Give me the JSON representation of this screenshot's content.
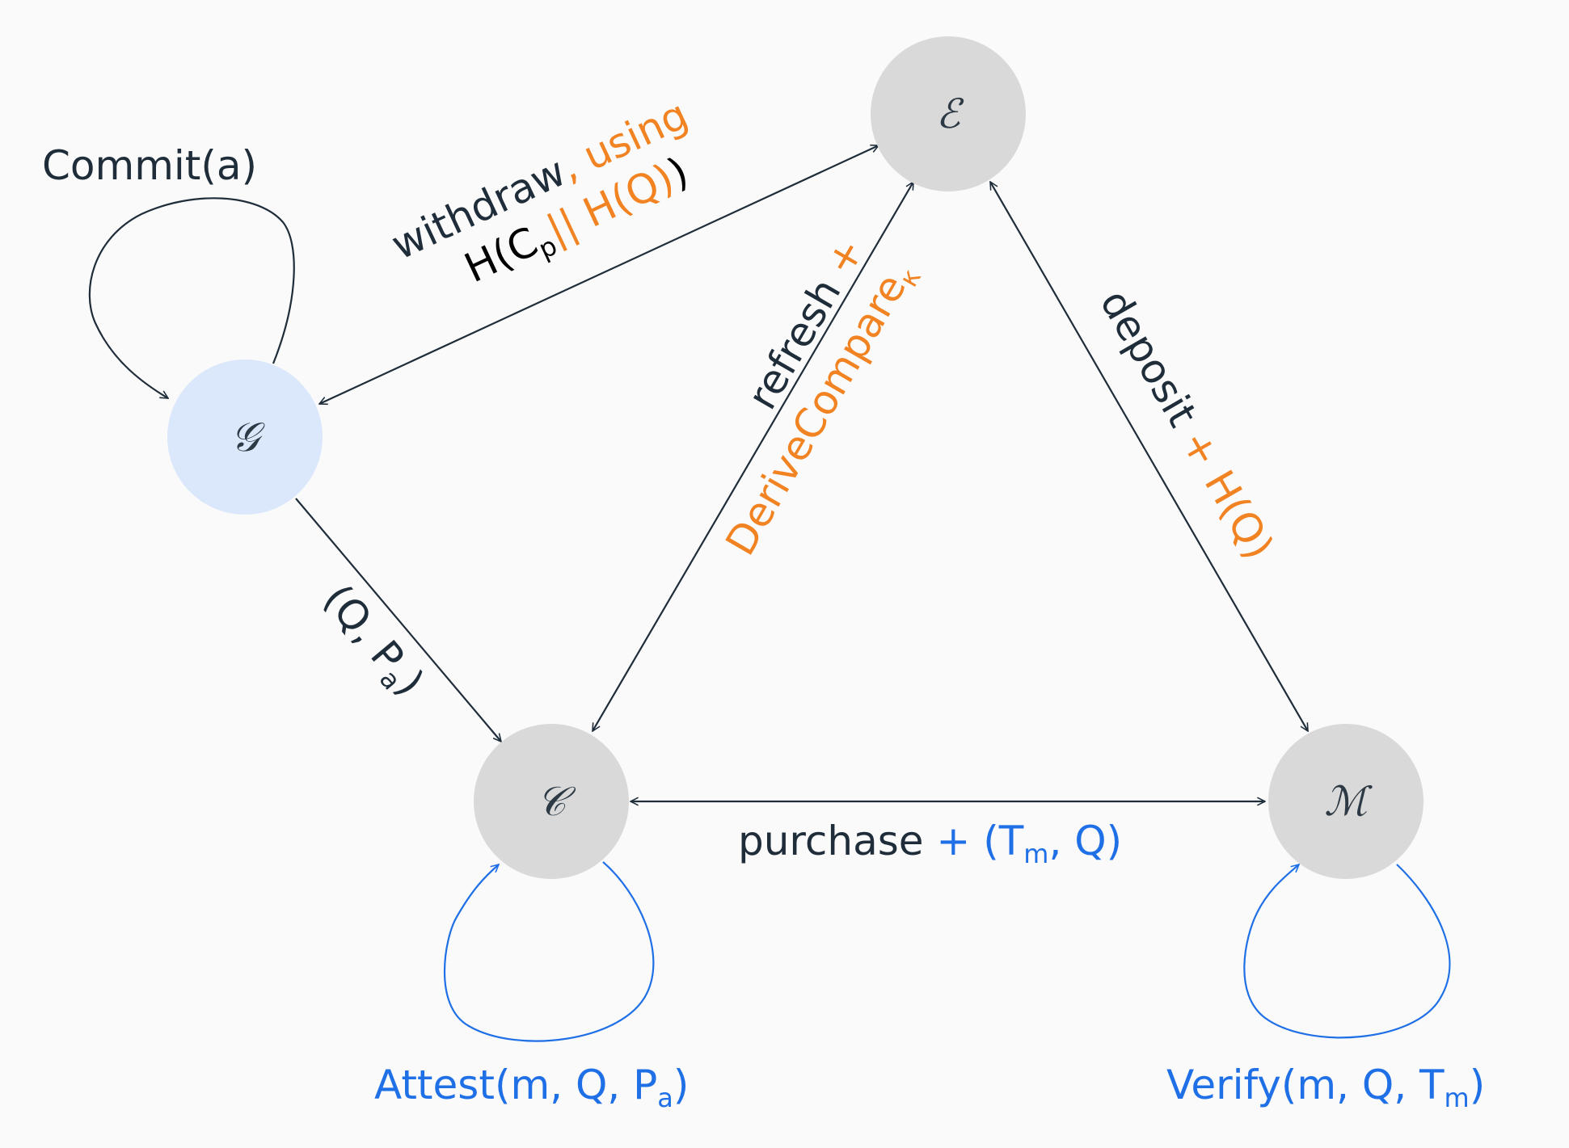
{
  "nodes": {
    "G": {
      "symbol": "𝒢",
      "fill": "#dbe7fb"
    },
    "E": {
      "symbol": "ℰ",
      "fill": "#d9d9d9"
    },
    "C": {
      "symbol": "𝒞",
      "fill": "#d9d9d9"
    },
    "M": {
      "symbol": "ℳ",
      "fill": "#d9d9d9"
    }
  },
  "labels": {
    "commit": "Commit(a)",
    "withdraw": {
      "line1_dark": "withdraw",
      "line1_orange": ", using",
      "line2_h_open": "H(",
      "line2_c": "C",
      "line2_c_sub": "p",
      "line2_sep": "||",
      "line2_hq": " H(Q)",
      "line2_close": ")"
    },
    "qpa": {
      "open": "(Q, P",
      "sub": "a",
      "close": ")"
    },
    "refresh": {
      "line1_dark": "refresh",
      "line1_orange": " +",
      "line2": "DeriveCompare",
      "line2_sub": "κ"
    },
    "deposit": {
      "dark": "deposit",
      "orange": " + H(Q)"
    },
    "purchase": {
      "dark": "purchase",
      "blue": " + (T",
      "sub": "m",
      "close": ", Q)"
    },
    "attest": {
      "text": "Attest(m, Q, P",
      "sub": "a",
      "close": ")"
    },
    "verify": {
      "text": "Verify(m, Q, T",
      "sub": "m",
      "close": ")"
    }
  },
  "colors": {
    "dark": "#1f2d3a",
    "orange": "#f28322",
    "blue": "#1f6fe6",
    "node_gray": "#d9d9d9",
    "node_blue": "#dbe7fb"
  }
}
